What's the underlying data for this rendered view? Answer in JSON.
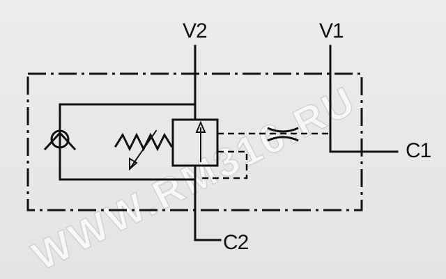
{
  "diagram": {
    "ports": {
      "v2": "V2",
      "v1": "V1",
      "c1": "C1",
      "c2": "C2"
    },
    "watermark": "WWW.RM316.RU"
  }
}
